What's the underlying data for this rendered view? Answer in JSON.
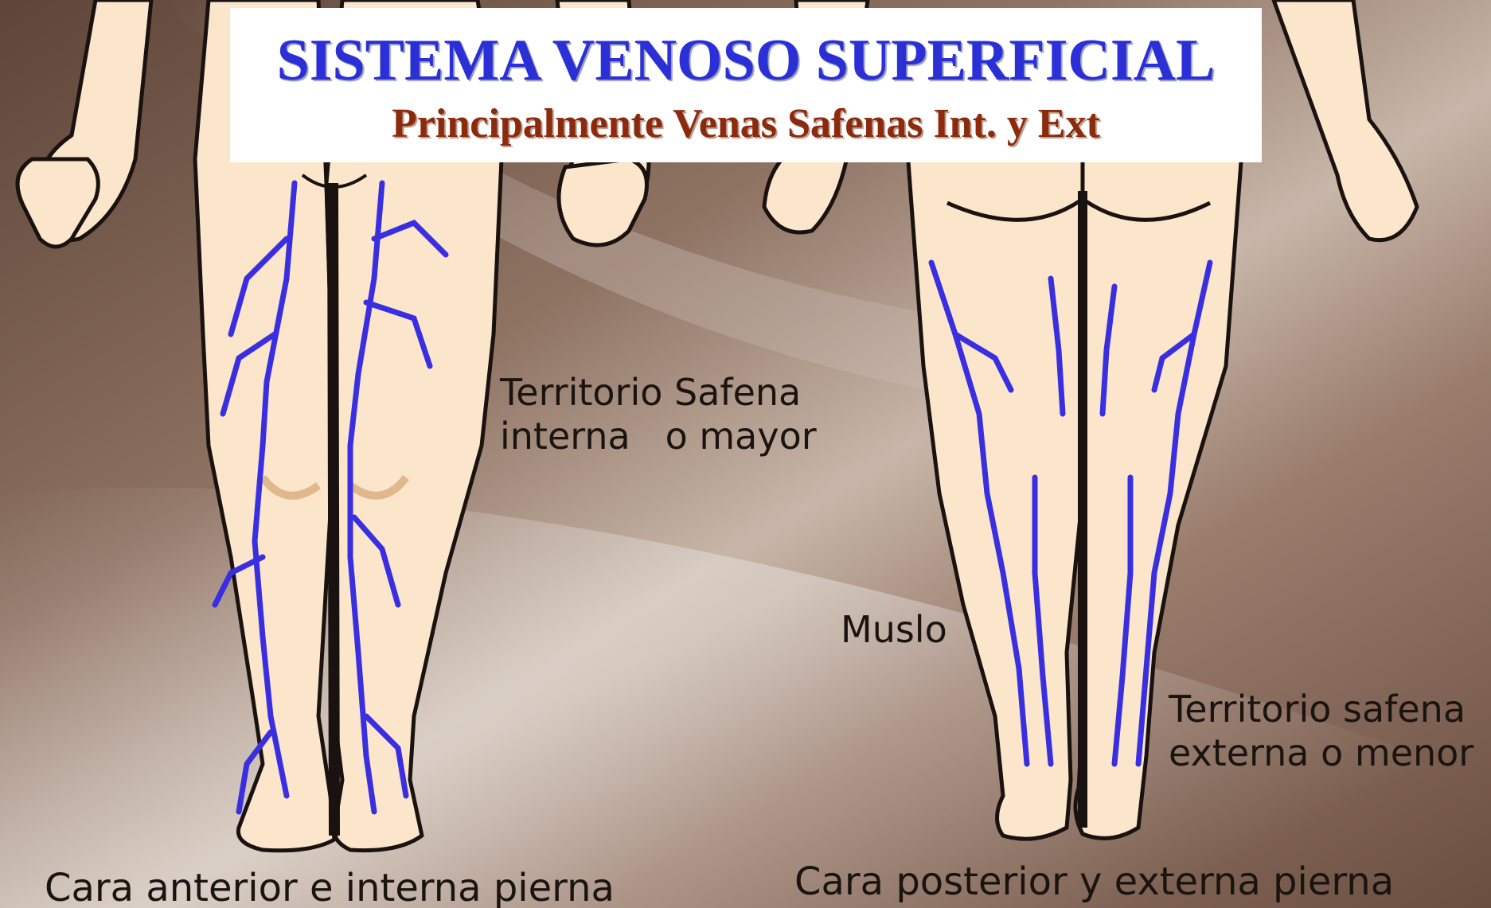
{
  "header": {
    "title": "SISTEMA VENOSO SUPERFICIAL",
    "subtitle": "Principalmente Venas Safenas Int. y Ext"
  },
  "labels": {
    "safena_mayor": [
      "Territorio Safena",
      "interna   o mayor"
    ],
    "muslo": "Muslo",
    "safena_menor": [
      "Territorio safena",
      "externa o menor"
    ],
    "anterior": "Cara anterior e interna pierna",
    "posterior": "Cara posterior y externa pierna"
  },
  "colors": {
    "title": "#2b2fd6",
    "subtitle": "#8b2a0c",
    "vein": "#3a2fe0",
    "skin": "#fbe6cc",
    "outline": "#1a1210",
    "background": "#7a5a48"
  }
}
